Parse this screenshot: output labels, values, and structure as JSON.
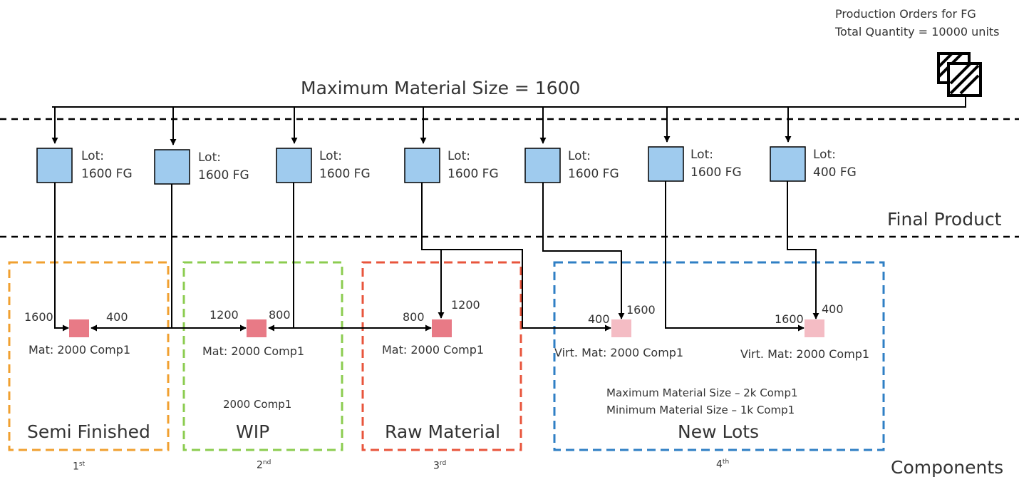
{
  "header": {
    "orders_title": "Production Orders for FG",
    "total_quantity": "Total Quantity = 10000 units",
    "max_material_size": "Maximum Material Size = 1600"
  },
  "lots": [
    {
      "label": "Lot:",
      "qty": "1600 FG"
    },
    {
      "label": "Lot:",
      "qty": "1600 FG"
    },
    {
      "label": "Lot:",
      "qty": "1600 FG"
    },
    {
      "label": "Lot:",
      "qty": "1600 FG"
    },
    {
      "label": "Lot:",
      "qty": "1600 FG"
    },
    {
      "label": "Lot:",
      "qty": "1600 FG"
    },
    {
      "label": "Lot:",
      "qty": "400 FG"
    }
  ],
  "layers": {
    "final_product": "Final Product",
    "components": "Components"
  },
  "groups": [
    {
      "title": "Semi Finished",
      "order": "1",
      "order_sup": "st",
      "color": "#f0a030"
    },
    {
      "title": "WIP",
      "order": "2",
      "order_sup": "nd",
      "color": "#8ccc50"
    },
    {
      "title": "Raw Material",
      "order": "3",
      "order_sup": "rd",
      "color": "#e8553c"
    },
    {
      "title": "New Lots",
      "order": "4",
      "order_sup": "th",
      "color": "#2f7fc4"
    }
  ],
  "materials": [
    {
      "label": "Mat: 2000 Comp1",
      "q_left": "1600",
      "q_right": "400",
      "color": "#e87a86"
    },
    {
      "label": "Mat: 2000 Comp1",
      "q_left": "1200",
      "q_right": "800",
      "color": "#e87a86"
    },
    {
      "label": "Mat: 2000 Comp1",
      "q_left": "800",
      "q_right": "1200",
      "color": "#e87a86"
    },
    {
      "label": "Virt. Mat: 2000 Comp1",
      "q_left": "400",
      "q_right": "1600",
      "color": "#f4bcc4"
    },
    {
      "label": "Virt. Mat: 2000 Comp1",
      "q_left": "1600",
      "q_right": "400",
      "color": "#f4bcc4"
    }
  ],
  "wip_note": "2000 Comp1",
  "new_lots_notes": {
    "max": "Maximum Material Size – 2k Comp1",
    "min": "Minimum Material Size – 1k Comp1"
  },
  "colors": {
    "lot_fill": "#9fcbee",
    "lines": "#000000"
  },
  "icons": {
    "production_orders": "hatched-boxes-icon"
  }
}
